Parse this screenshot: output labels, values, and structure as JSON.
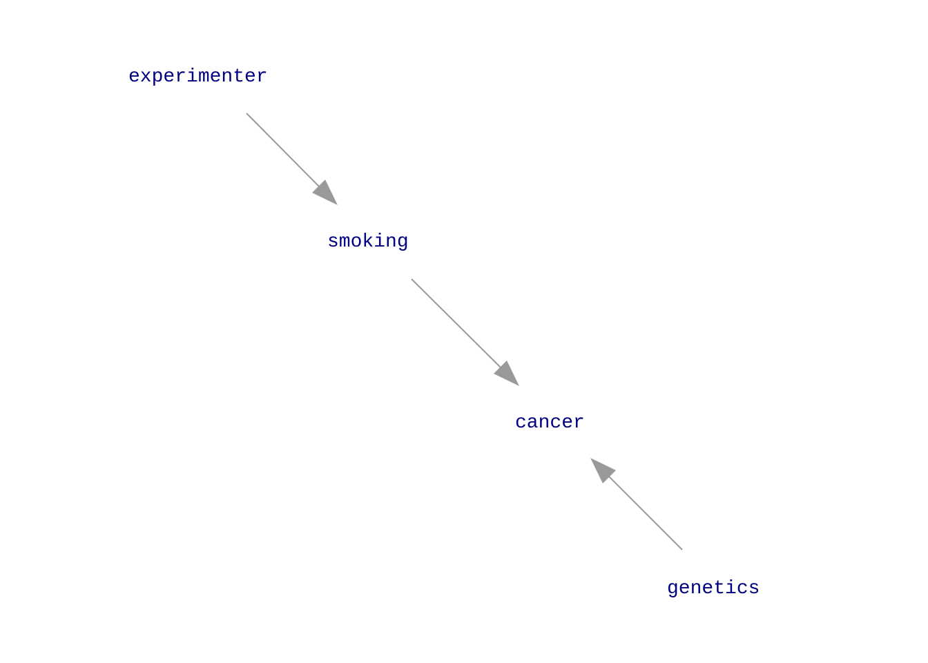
{
  "colors": {
    "node_text": "#000080",
    "edge": "#999999",
    "background": "#ffffff"
  },
  "nodes": {
    "experimenter": {
      "label": "experimenter"
    },
    "smoking": {
      "label": "smoking"
    },
    "cancer": {
      "label": "cancer"
    },
    "genetics": {
      "label": "genetics"
    }
  },
  "edges": [
    {
      "from": "experimenter",
      "to": "smoking"
    },
    {
      "from": "smoking",
      "to": "cancer"
    },
    {
      "from": "genetics",
      "to": "cancer"
    }
  ]
}
